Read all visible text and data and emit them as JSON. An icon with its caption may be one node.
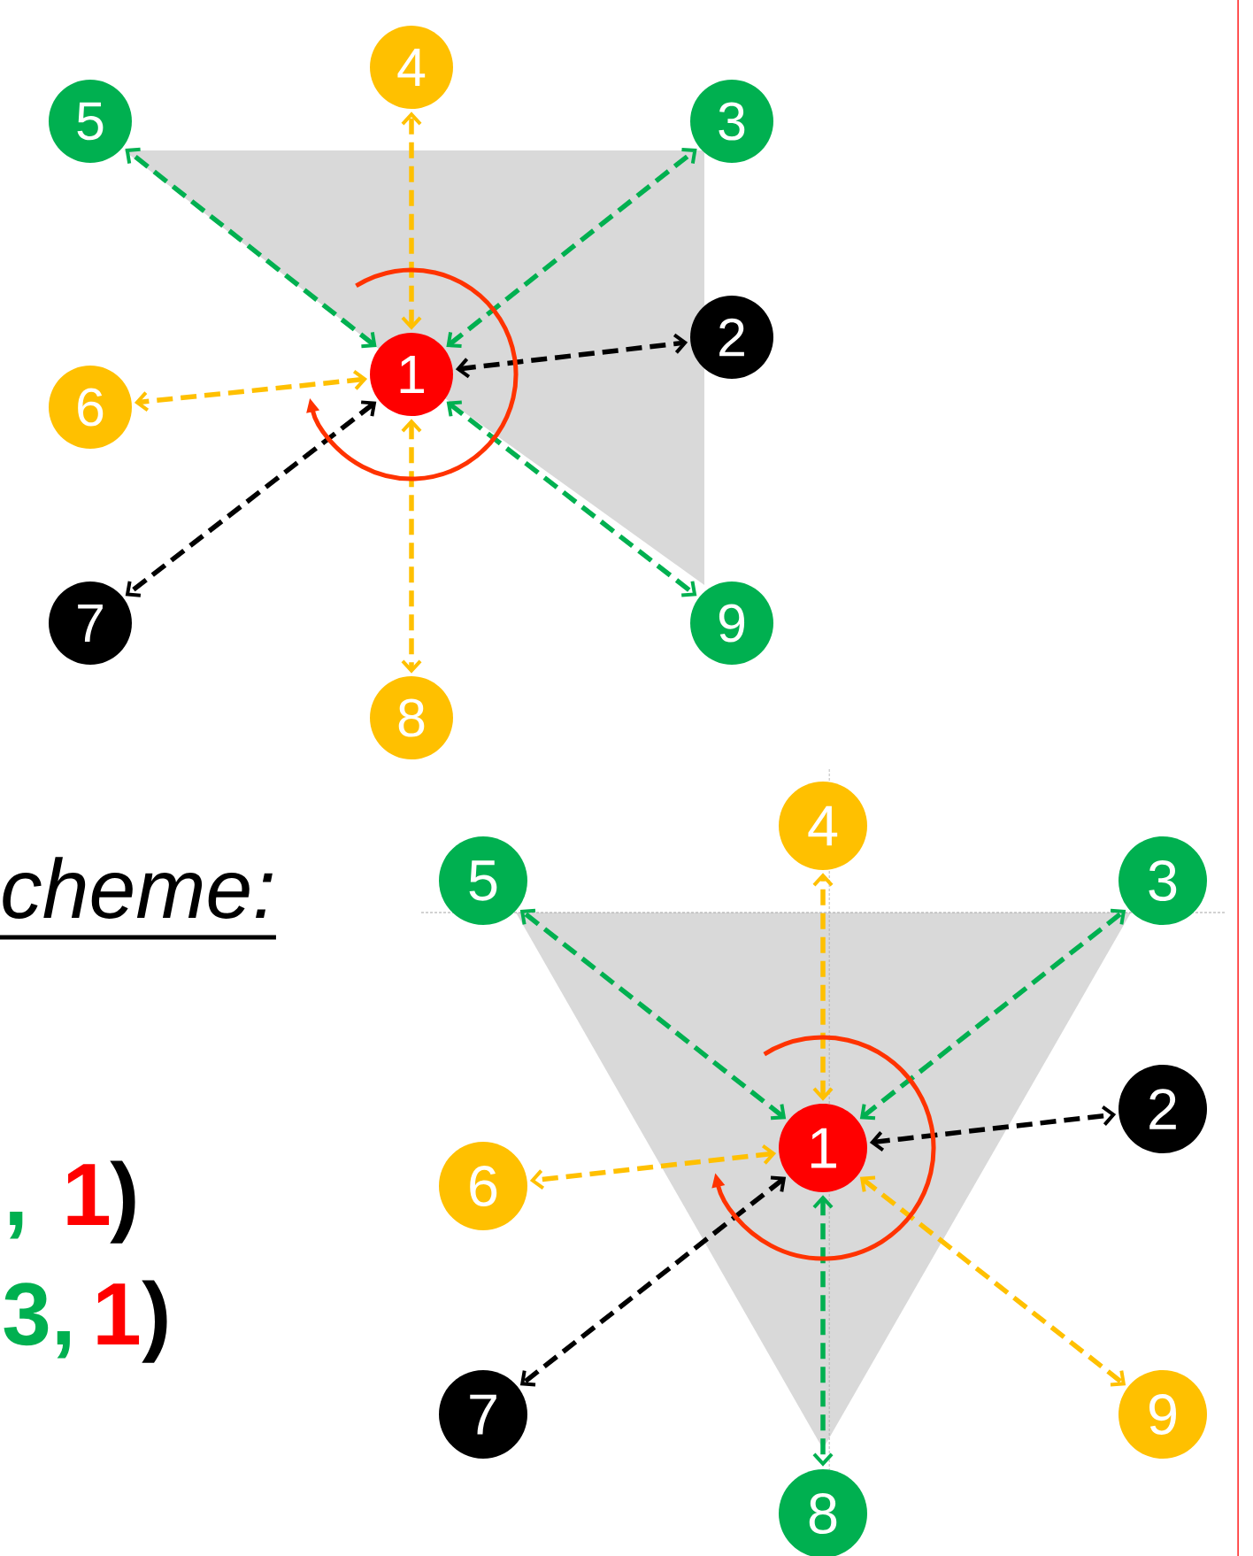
{
  "diagram": {
    "nodes": [
      {
        "text": [
          "1"
        ]
      },
      {
        "text": [
          "2"
        ]
      },
      {
        "text": [
          "3"
        ]
      },
      {
        "text": [
          "4"
        ]
      },
      {
        "text": [
          "5"
        ]
      },
      {
        "text": [
          "6"
        ]
      },
      {
        "text": [
          "7"
        ]
      },
      {
        "text": [
          "8"
        ]
      },
      {
        "text": [
          "9"
        ]
      },
      {
        "text": [
          "1"
        ]
      },
      {
        "text": [
          "2"
        ]
      },
      {
        "text": [
          "3"
        ]
      },
      {
        "text": [
          "4"
        ]
      },
      {
        "text": [
          "5"
        ]
      },
      {
        "text": [
          "6"
        ]
      },
      {
        "text": [
          "7"
        ]
      },
      {
        "text": [
          "8"
        ]
      },
      {
        "text": [
          "9"
        ]
      }
    ],
    "edges": [
      {
        "from": 0,
        "to": 1,
        "arrow": "both",
        "style": "dashed",
        "color": "#000000"
      },
      {
        "from": 0,
        "to": 2,
        "arrow": "both",
        "style": "dashed",
        "color": "#00b050"
      },
      {
        "from": 0,
        "to": 3,
        "arrow": "both",
        "style": "dashed",
        "color": "#ffc000"
      },
      {
        "from": 0,
        "to": 4,
        "arrow": "both",
        "style": "dashed",
        "color": "#00b050"
      },
      {
        "from": 0,
        "to": 5,
        "arrow": "both",
        "style": "dashed",
        "color": "#ffc000"
      },
      {
        "from": 0,
        "to": 6,
        "arrow": "both",
        "style": "dashed",
        "color": "#000000"
      },
      {
        "from": 0,
        "to": 7,
        "arrow": "both",
        "style": "dashed",
        "color": "#ffc000"
      },
      {
        "from": 0,
        "to": 8,
        "arrow": "both",
        "style": "dashed",
        "color": "#00b050"
      },
      {
        "from": 9,
        "to": 10,
        "arrow": "both",
        "style": "dashed",
        "color": "#000000"
      },
      {
        "from": 9,
        "to": 11,
        "arrow": "both",
        "style": "dashed",
        "color": "#00b050"
      },
      {
        "from": 9,
        "to": 12,
        "arrow": "both",
        "style": "dashed",
        "color": "#ffc000"
      },
      {
        "from": 9,
        "to": 13,
        "arrow": "both",
        "style": "dashed",
        "color": "#00b050"
      },
      {
        "from": 9,
        "to": 14,
        "arrow": "both",
        "style": "dashed",
        "color": "#ffc000"
      },
      {
        "from": 9,
        "to": 15,
        "arrow": "both",
        "style": "dashed",
        "color": "#000000"
      },
      {
        "from": 9,
        "to": 16,
        "arrow": "both",
        "style": "dashed",
        "color": "#00b050"
      },
      {
        "from": 9,
        "to": 17,
        "arrow": "both",
        "style": "dashed",
        "color": "#ffc000"
      }
    ],
    "labels": [
      "cheme:",
      ",",
      "1",
      ")",
      "3,",
      "1",
      ")"
    ]
  }
}
